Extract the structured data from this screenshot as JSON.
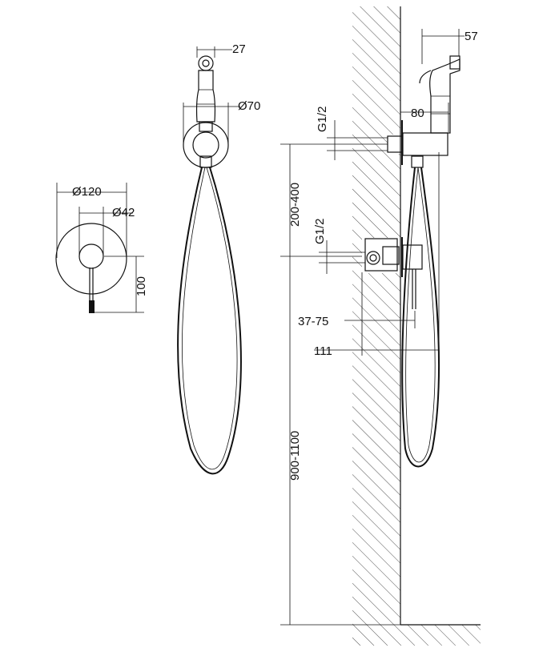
{
  "dimensions": {
    "spray_width": "27",
    "holder_diameter": "Ø70",
    "cover_diameter": "Ø120",
    "handle_diameter": "Ø42",
    "cover_to_handle_height": "100",
    "side_spray_width": "57",
    "side_holder_depth": "80",
    "upper_thread": "G1/2",
    "holder_height_range": "200-400",
    "lower_thread": "G1/2",
    "wall_depth_range": "37-75",
    "mixer_depth": "111",
    "mount_height_range": "900-1100"
  }
}
